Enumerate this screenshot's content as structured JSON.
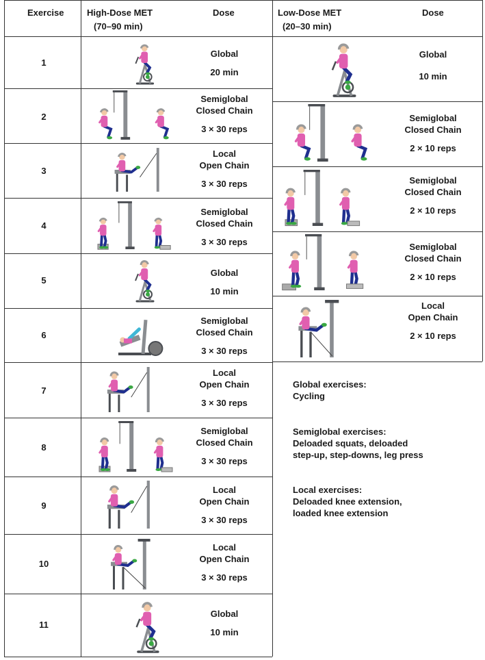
{
  "headers": {
    "exercise": "Exercise",
    "high_dose_title": "High-Dose MET",
    "high_dose_duration": "(70–90 min)",
    "dose": "Dose",
    "low_dose_title": "Low-Dose MET",
    "low_dose_duration": "(20–30 min)",
    "low_dose": "Dose"
  },
  "high_dose_rows": [
    {
      "exercise": "1",
      "type": "Global",
      "chain": "",
      "amount": "20 min",
      "icon": "stationary-bike"
    },
    {
      "exercise": "2",
      "type": "Semiglobal",
      "chain": "Closed Chain",
      "amount": "3 × 30 reps",
      "icon": "deloaded-squat"
    },
    {
      "exercise": "3",
      "type": "Local",
      "chain": "Open Chain",
      "amount": "3 × 30 reps",
      "icon": "knee-extension"
    },
    {
      "exercise": "4",
      "type": "Semiglobal",
      "chain": "Closed Chain",
      "amount": "3 × 30 reps",
      "icon": "step-up"
    },
    {
      "exercise": "5",
      "type": "Global",
      "chain": "",
      "amount": "10 min",
      "icon": "stationary-bike"
    },
    {
      "exercise": "6",
      "type": "Semiglobal",
      "chain": "Closed Chain",
      "amount": "3 × 30 reps",
      "icon": "leg-press"
    },
    {
      "exercise": "7",
      "type": "Local",
      "chain": "Open Chain",
      "amount": "3 × 30 reps",
      "icon": "knee-extension"
    },
    {
      "exercise": "8",
      "type": "Semiglobal",
      "chain": "Closed Chain",
      "amount": "3 × 30 reps",
      "icon": "step-up"
    },
    {
      "exercise": "9",
      "type": "Local",
      "chain": "Open Chain",
      "amount": "3 × 30 reps",
      "icon": "knee-extension"
    },
    {
      "exercise": "10",
      "type": "Local",
      "chain": "Open Chain",
      "amount": "3 × 30 reps",
      "icon": "loaded-knee-extension"
    },
    {
      "exercise": "11",
      "type": "Global",
      "chain": "",
      "amount": "10 min",
      "icon": "stationary-bike"
    }
  ],
  "low_dose_rows": [
    {
      "type": "Global",
      "chain": "",
      "amount": "10 min",
      "icon": "stationary-bike"
    },
    {
      "type": "Semiglobal",
      "chain": "Closed Chain",
      "amount": "2 × 10 reps",
      "icon": "deloaded-squat"
    },
    {
      "type": "Semiglobal",
      "chain": "Closed Chain",
      "amount": "2 × 10 reps",
      "icon": "step-up"
    },
    {
      "type": "Semiglobal",
      "chain": "Closed Chain",
      "amount": "2 × 10 reps",
      "icon": "step-down"
    },
    {
      "type": "Local",
      "chain": "Open Chain",
      "amount": "2 × 10 reps",
      "icon": "loaded-knee-extension"
    }
  ],
  "legend": {
    "global_title": "Global exercises:",
    "global_items": "Cycling",
    "semiglobal_title": "Semiglobal exercises:",
    "semiglobal_line1": "Deloaded squats, deloaded",
    "semiglobal_line2": "step-up, step-downs, leg press",
    "local_title": "Local exercises:",
    "local_line1": "Deloaded knee extension,",
    "local_line2": "loaded knee extension"
  },
  "colors": {
    "shirt": "#e05fb0",
    "pants": "#1f2f8f",
    "shoes": "#3aa843",
    "skin": "#f2c9a6",
    "hair": "#9a9a9a",
    "machine": "#8a8d91",
    "machine_dark": "#4a4d52",
    "accent_cyan": "#3fb7d6"
  }
}
